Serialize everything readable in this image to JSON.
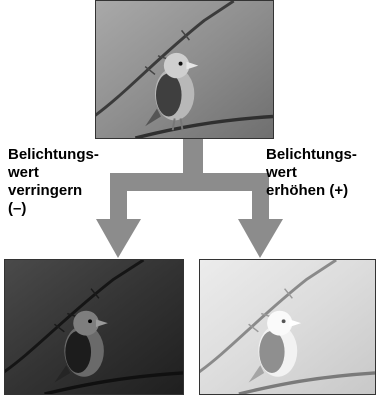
{
  "labels": {
    "decrease": [
      "Belichtungs-",
      "wert",
      "verringern",
      "(–)"
    ],
    "increase": [
      "Belichtungs-",
      "wert",
      "erhöhen (+)"
    ]
  },
  "images": {
    "original": "bird-photo-normal-exposure",
    "darker": "bird-photo-underexposed",
    "brighter": "bird-photo-overexposed"
  },
  "colors": {
    "arrow": "#8c8c8c"
  }
}
